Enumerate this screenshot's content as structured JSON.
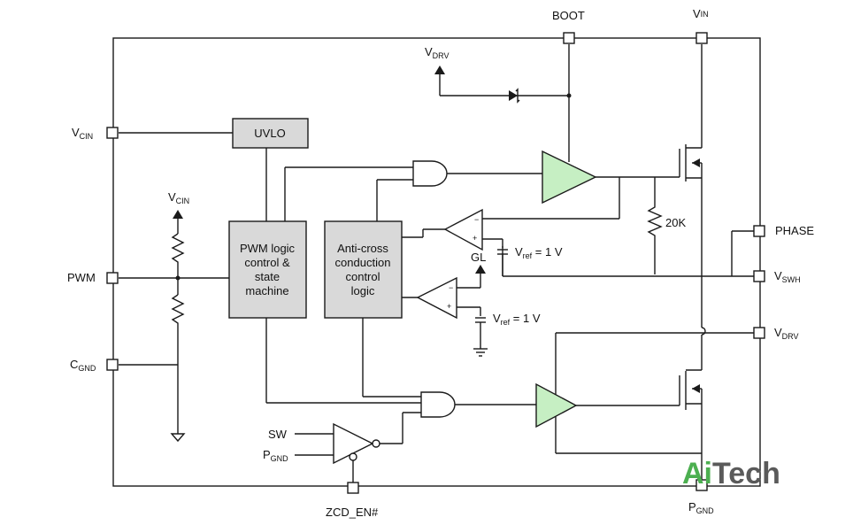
{
  "pins": {
    "boot": "BOOT",
    "vin": {
      "main": "V",
      "sub": "IN"
    },
    "vcin": {
      "main": "V",
      "sub": "CIN"
    },
    "pwm": "PWM",
    "cgnd": {
      "main": "C",
      "sub": "GND"
    },
    "phase": "PHASE",
    "vswh": {
      "main": "V",
      "sub": "SWH"
    },
    "vdrv_pin": {
      "main": "V",
      "sub": "DRV"
    },
    "pgnd_pin": {
      "main": "P",
      "sub": "GND"
    },
    "zcd_en": "ZCD_EN#"
  },
  "internal": {
    "vdrv": {
      "main": "V",
      "sub": "DRV"
    },
    "vcin": {
      "main": "V",
      "sub": "CIN"
    },
    "resistor_20k": "20K",
    "gl": "GL",
    "vref1": {
      "main": "V",
      "sub": "ref",
      "rest": " = 1 V"
    },
    "vref2": {
      "main": "V",
      "sub": "ref",
      "rest": " = 1 V"
    },
    "sw": "SW",
    "pgnd": {
      "main": "P",
      "sub": "GND"
    }
  },
  "blocks": {
    "uvlo": "UVLO",
    "pwm_logic": [
      "PWM logic",
      "control &",
      "state",
      "machine"
    ],
    "anti_cross": [
      "Anti-cross",
      "conduction",
      "control",
      "logic"
    ]
  },
  "watermark": {
    "ai": "Ai",
    "tech": "Tech"
  }
}
